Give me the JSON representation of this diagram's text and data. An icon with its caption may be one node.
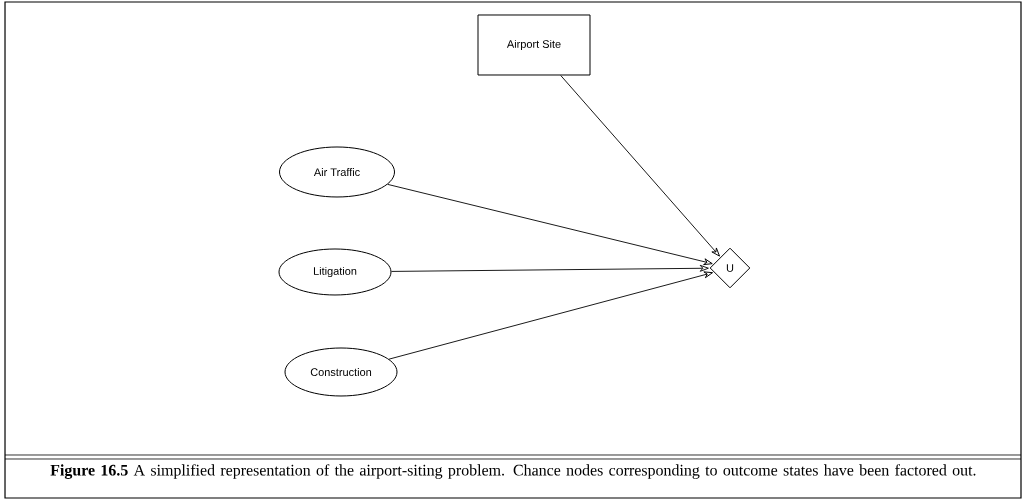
{
  "diagram": {
    "caption": "**Figure 16.5**    A simplified representation of the airport-siting problem.  Chance nodes corresponding to outcome states have been factored out.",
    "nodes": [
      {
        "text": [
          "Airport Site"
        ]
      },
      {
        "text": [
          "Air Traffic"
        ]
      },
      {
        "text": [
          "Litigation"
        ]
      },
      {
        "text": [
          "Construction"
        ]
      },
      {
        "text": [
          "U"
        ]
      }
    ],
    "edges": [
      {
        "from": 0,
        "to": 4,
        "arrow": "to"
      },
      {
        "from": 1,
        "to": 4,
        "arrow": "to"
      },
      {
        "from": 2,
        "to": 4,
        "arrow": "to"
      },
      {
        "from": 3,
        "to": 4,
        "arrow": "to"
      }
    ]
  }
}
